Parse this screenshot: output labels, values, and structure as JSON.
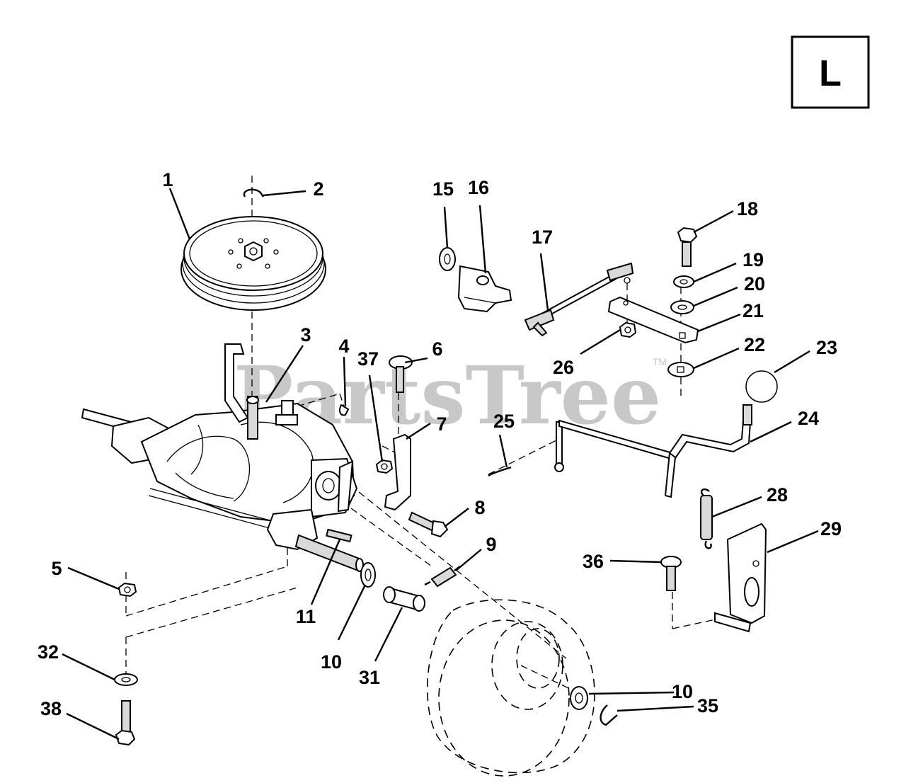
{
  "diagram": {
    "section_letter": "L",
    "watermark": "PartsTree",
    "trademark": "TM",
    "callouts": [
      "1",
      "2",
      "3",
      "4",
      "5",
      "6",
      "7",
      "8",
      "9",
      "10",
      "11",
      "15",
      "16",
      "17",
      "18",
      "19",
      "20",
      "21",
      "22",
      "23",
      "24",
      "25",
      "26",
      "28",
      "29",
      "31",
      "32",
      "35",
      "36",
      "37",
      "38",
      "10"
    ]
  }
}
